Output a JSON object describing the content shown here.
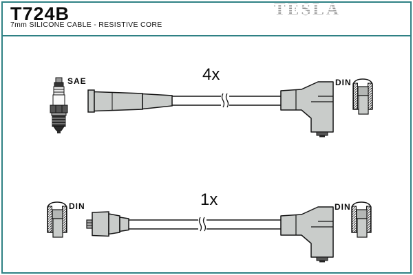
{
  "header": {
    "part_number": "T724B",
    "subtitle": "7mm SILICONE CABLE - RESISTIVE CORE",
    "brand_logo": "TESLA"
  },
  "diagram": {
    "top_row": {
      "quantity": "4x",
      "left_connector_label": "SAE",
      "right_connector_label": "DIN"
    },
    "bottom_row": {
      "quantity": "1x",
      "left_connector_label": "DIN",
      "right_connector_label": "DIN"
    }
  },
  "icons": {
    "left_top": "spark-plug-icon",
    "connectors": "din-connector-cross-section-icon",
    "wire_break": "cable-break-icon"
  },
  "colors": {
    "frame_teal": "#2e8184",
    "boot_gray": "#c9ccca",
    "logo_gray": "#9a9a9a",
    "line_black": "#141414"
  }
}
